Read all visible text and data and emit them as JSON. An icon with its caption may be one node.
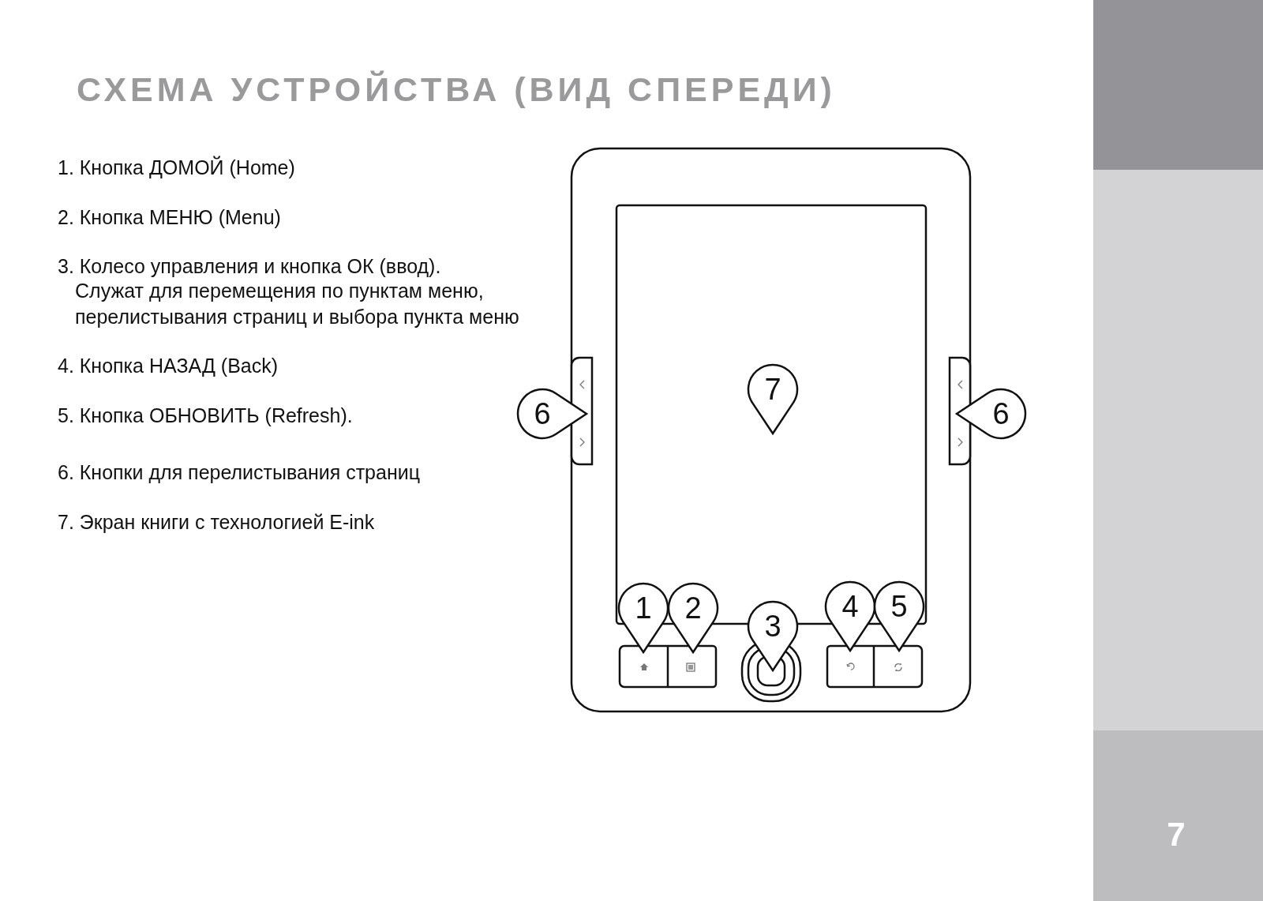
{
  "diagram": {
    "title": "СХЕМА УСТРОЙСТВА (ВИД СПЕРЕДИ)",
    "labels": [
      "1. Кнопка ДОМОЙ (Home)",
      "2. Кнопка МЕНЮ (Menu)",
      "3. Колесо управления и кнопка ОК (ввод).",
      "Служат для перемещения по пунктам меню, перелистывания страниц и выбора пункта меню",
      "4. Кнопка НАЗАД (Back)",
      "5. Кнопка ОБНОВИТЬ (Refresh).",
      "6. Кнопки для перелистывания страниц",
      "7. Экран книги с технологией E-ink",
      "7",
      "6",
      "6",
      "1",
      "2",
      "4",
      "5",
      "3",
      "7"
    ]
  }
}
